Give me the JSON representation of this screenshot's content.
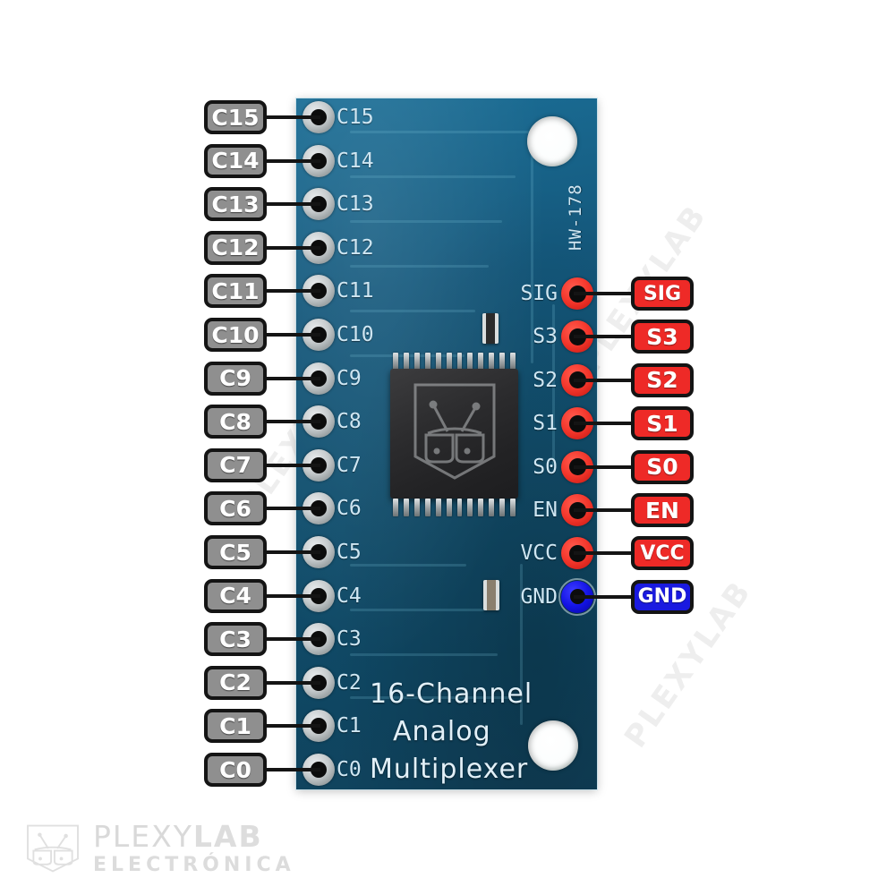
{
  "product": {
    "board_name_lines": [
      "16-Channel",
      "Analog",
      "Multiplexer"
    ],
    "board_code": "HW-178"
  },
  "left_pins": [
    {
      "tag": "C15",
      "silk": "C15"
    },
    {
      "tag": "C14",
      "silk": "C14"
    },
    {
      "tag": "C13",
      "silk": "C13"
    },
    {
      "tag": "C12",
      "silk": "C12"
    },
    {
      "tag": "C11",
      "silk": "C11"
    },
    {
      "tag": "C10",
      "silk": "C10"
    },
    {
      "tag": "C9",
      "silk": "C9"
    },
    {
      "tag": "C8",
      "silk": "C8"
    },
    {
      "tag": "C7",
      "silk": "C7"
    },
    {
      "tag": "C6",
      "silk": "C6"
    },
    {
      "tag": "C5",
      "silk": "C5"
    },
    {
      "tag": "C4",
      "silk": "C4"
    },
    {
      "tag": "C3",
      "silk": "C3"
    },
    {
      "tag": "C2",
      "silk": "C2"
    },
    {
      "tag": "C1",
      "silk": "C1"
    },
    {
      "tag": "C0",
      "silk": "C0"
    }
  ],
  "right_pins": [
    {
      "tag": "SIG",
      "silk": "SIG",
      "color": "red"
    },
    {
      "tag": "S3",
      "silk": "S3",
      "color": "red"
    },
    {
      "tag": "S2",
      "silk": "S2",
      "color": "red"
    },
    {
      "tag": "S1",
      "silk": "S1",
      "color": "red"
    },
    {
      "tag": "S0",
      "silk": "S0",
      "color": "red"
    },
    {
      "tag": "EN",
      "silk": "EN",
      "color": "red"
    },
    {
      "tag": "VCC",
      "silk": "VCC",
      "color": "red"
    },
    {
      "tag": "GND",
      "silk": "GND",
      "color": "blue"
    }
  ],
  "colors": {
    "tag_gray": "#8f8f8f",
    "tag_red": "#ee2a27",
    "tag_blue": "#1a1ae0",
    "tag_border": "#141414",
    "pcb_blue": "#14587c",
    "pad_silver": "#c6cbcd",
    "pad_red": "#f4372c",
    "pad_blue": "#1414e6",
    "silkscreen": "#cfe6f2"
  },
  "watermarks": [
    "PLEXYLAB",
    "PLEXYLAB",
    "PLEXYLAB",
    "PLEXYLAB"
  ],
  "brand": {
    "name_light": "PLEXY",
    "name_bold": "LAB",
    "subtitle": "ELECTRÓNICA"
  }
}
